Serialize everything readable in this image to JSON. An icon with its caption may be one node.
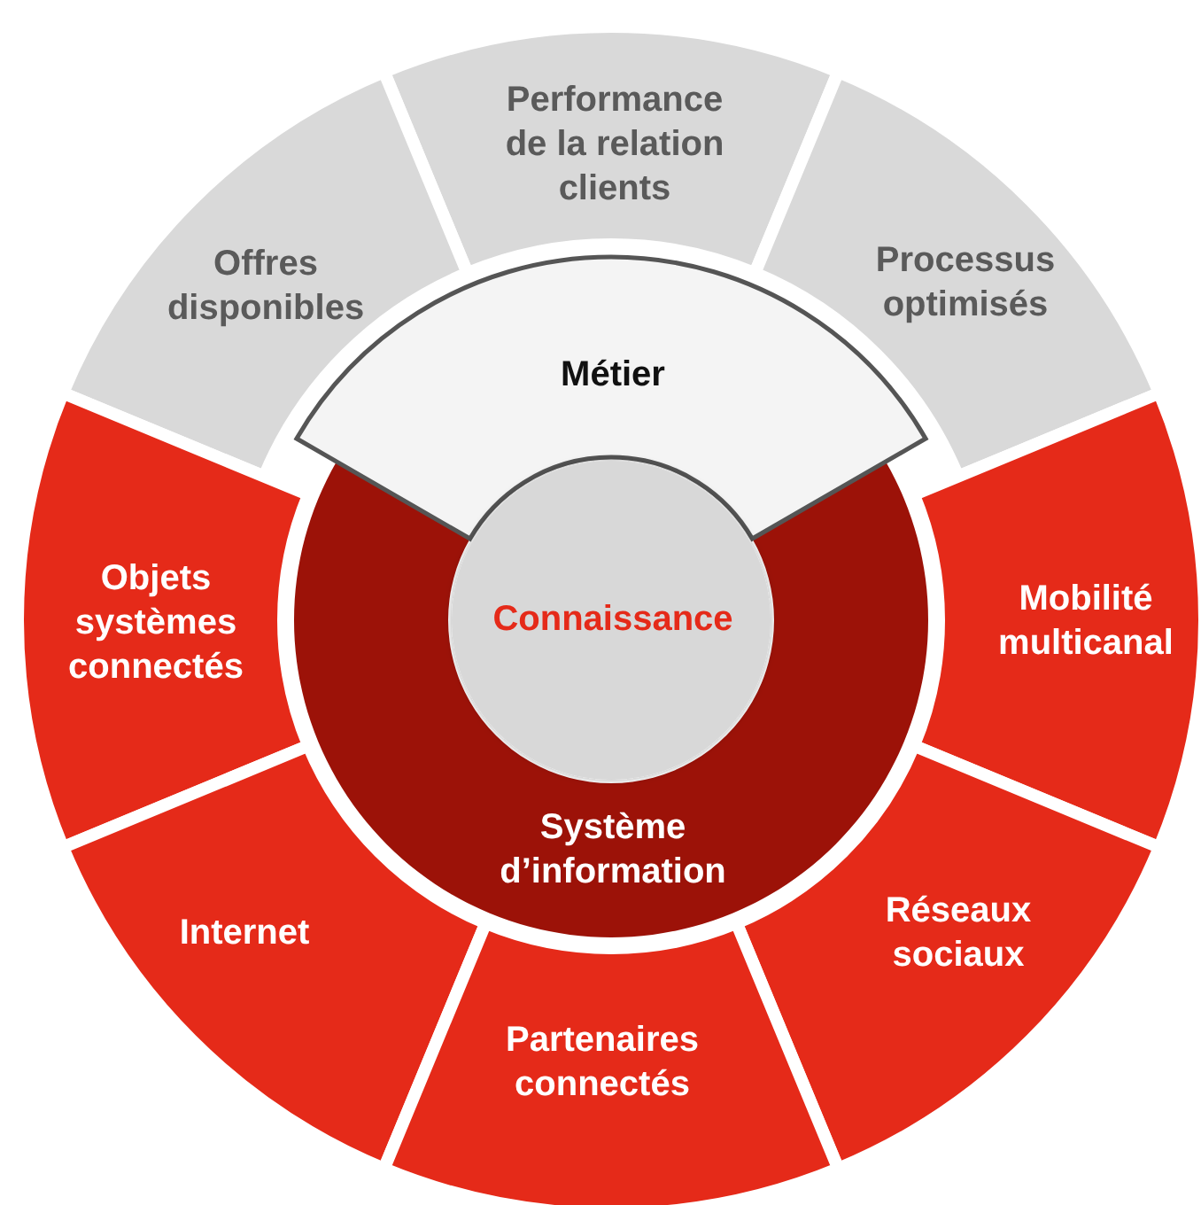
{
  "diagram": {
    "nodes": [
      {
        "text": [
          "Performance de la relation clients"
        ]
      },
      {
        "text": [
          "Offres disponibles"
        ]
      },
      {
        "text": [
          "Processus optimisés"
        ]
      },
      {
        "text": [
          "Métier"
        ]
      },
      {
        "text": [
          "Objets systèmes connectés"
        ]
      },
      {
        "text": [
          "Connaissance"
        ]
      },
      {
        "text": [
          "Mobilité multicanal"
        ]
      },
      {
        "text": [
          "Système d’information"
        ]
      },
      {
        "text": [
          "Internet"
        ]
      },
      {
        "text": [
          "Réseaux sociaux"
        ]
      },
      {
        "text": [
          "Partenaires connectés"
        ]
      }
    ]
  }
}
